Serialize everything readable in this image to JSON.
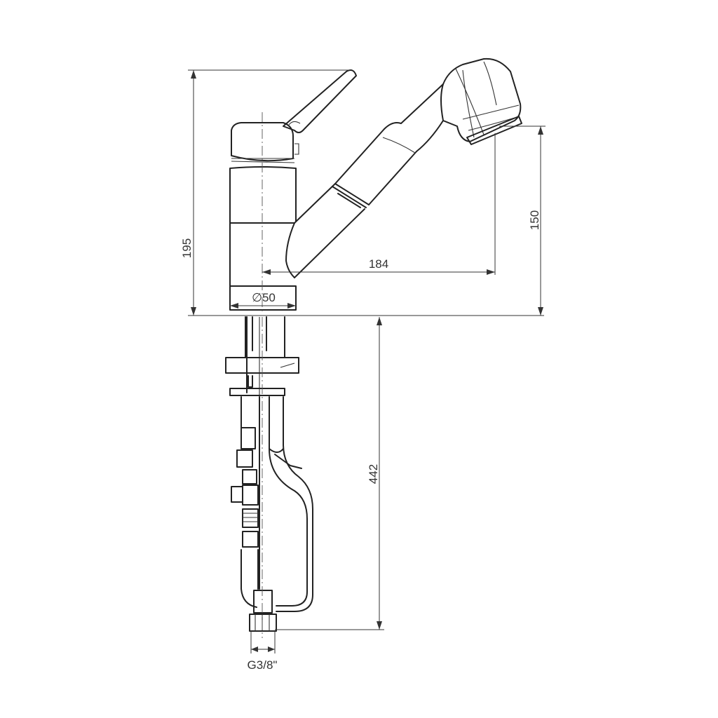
{
  "dimensions": {
    "overall_height": "195",
    "spout_height": "150",
    "spout_reach": "184",
    "body_diameter": "∅50",
    "below_deck_length": "442",
    "connection_thread": "G3/8\""
  }
}
